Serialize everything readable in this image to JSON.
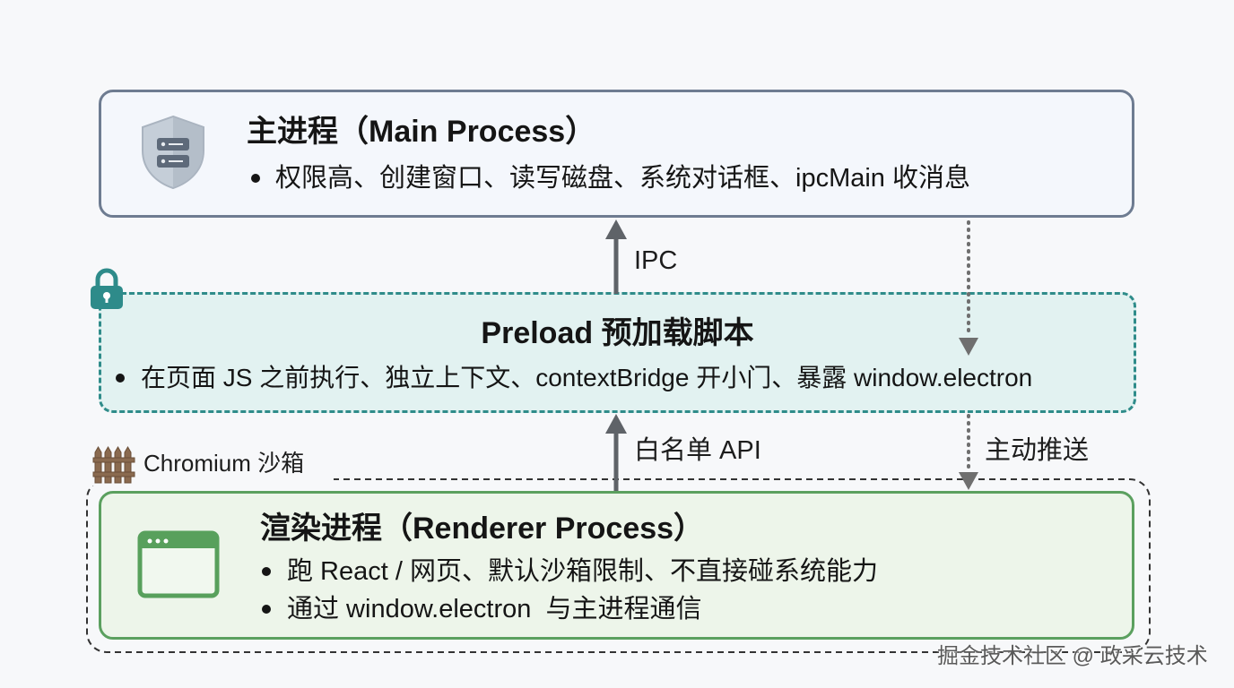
{
  "main_process": {
    "title": "主进程（Main Process）",
    "bullet": "权限高、创建窗口、读写磁盘、系统对话框、ipcMain 收消息",
    "icon": "shield-server-icon"
  },
  "preload": {
    "title": "Preload 预加载脚本",
    "bullet": "在页面 JS 之前执行、独立上下文、contextBridge 开小门、暴露 window.electron",
    "icon": "lock-icon"
  },
  "renderer": {
    "title": "渲染进程（Renderer Process）",
    "bullets": [
      "跑 React / 网页、默认沙箱限制、不直接碰系统能力",
      "通过 window.electron  与主进程通信"
    ],
    "icon": "browser-window-icon"
  },
  "sandbox": {
    "label": "Chromium 沙箱",
    "icon": "fence-icon"
  },
  "edges": {
    "ipc_label": "IPC",
    "whitelist_label": "白名单 API",
    "push_label": "主动推送"
  },
  "watermark": "掘金技术社区 @ 政采云技术",
  "colors": {
    "main_border": "#6e7c91",
    "main_fill": "#f4f7fc",
    "preload_border": "#2f8c8a",
    "preload_fill": "#e2f2f1",
    "renderer_border": "#5ba05f",
    "renderer_fill": "#edf5ea",
    "solid_arrow": "#5f6368",
    "dotted_arrow": "#6f6f6f",
    "fence": "#8a6a4f"
  }
}
